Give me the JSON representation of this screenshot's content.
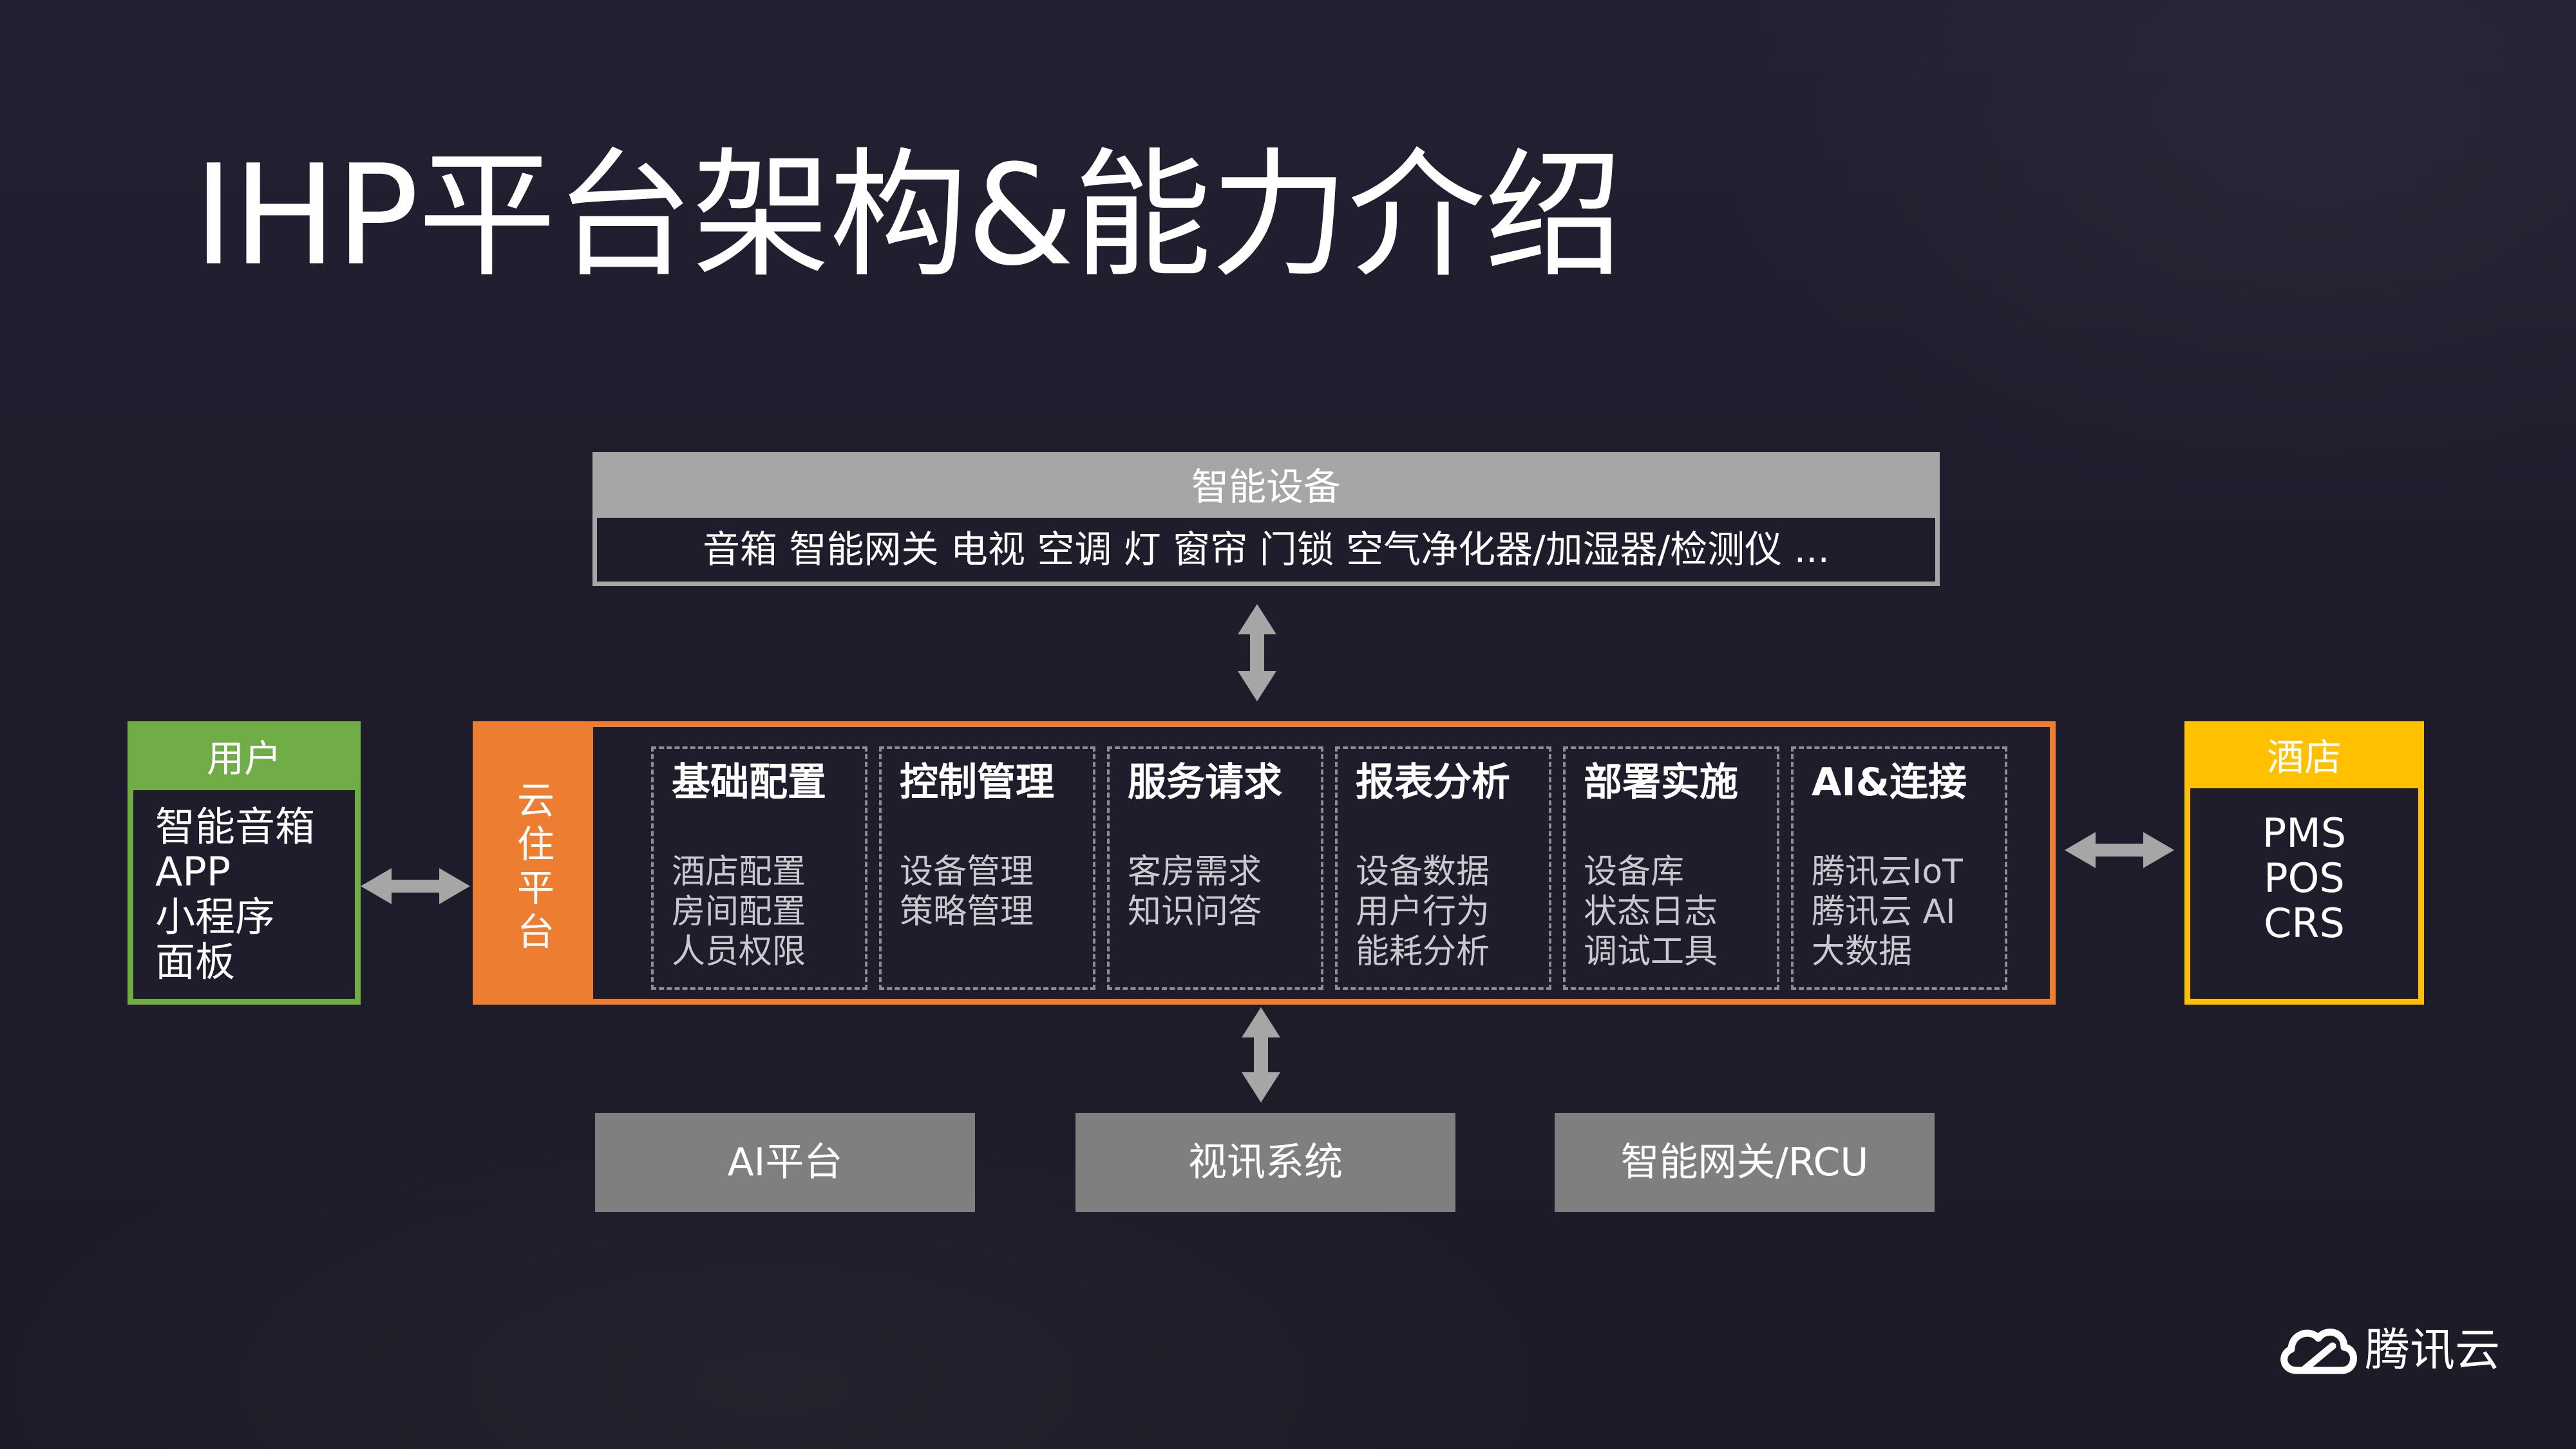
{
  "title": "IHP平台架构&能力介绍",
  "devices": {
    "header": "智能设备",
    "items": "音箱 智能网关 电视 空调 灯 窗帘 门锁 空气净化器/加湿器/检测仪 ..."
  },
  "user": {
    "header": "用户",
    "items": [
      "智能音箱",
      "APP",
      "小程序",
      "面板"
    ]
  },
  "platform": {
    "label": "云住平台",
    "label_chars": [
      "云",
      "住",
      "平",
      "台"
    ],
    "modules": [
      {
        "title": "基础配置",
        "items": [
          "酒店配置",
          "房间配置",
          "人员权限"
        ]
      },
      {
        "title": "控制管理",
        "items": [
          "设备管理",
          "策略管理"
        ]
      },
      {
        "title": "服务请求",
        "items": [
          "客房需求",
          "知识问答"
        ]
      },
      {
        "title": "报表分析",
        "items": [
          "设备数据",
          "用户行为",
          "能耗分析"
        ]
      },
      {
        "title": "部署实施",
        "items": [
          "设备库",
          "状态日志",
          "调试工具"
        ]
      },
      {
        "title": "AI&连接",
        "items": [
          "腾讯云IoT",
          "腾讯云 AI",
          "大数据"
        ]
      }
    ]
  },
  "hotel": {
    "header": "酒店",
    "items": [
      "PMS",
      "POS",
      "CRS"
    ]
  },
  "bottom": [
    "AI平台",
    "视讯系统",
    "智能网关/RCU"
  ],
  "logo": {
    "text": "腾讯云"
  },
  "colors": {
    "background": "#1f1d2c",
    "devices": "#a6a6a6",
    "user": "#70ad47",
    "platform": "#ed7d31",
    "hotel": "#ffc000",
    "bottom": "#7f7f7f",
    "arrow": "#a6a6a6"
  }
}
